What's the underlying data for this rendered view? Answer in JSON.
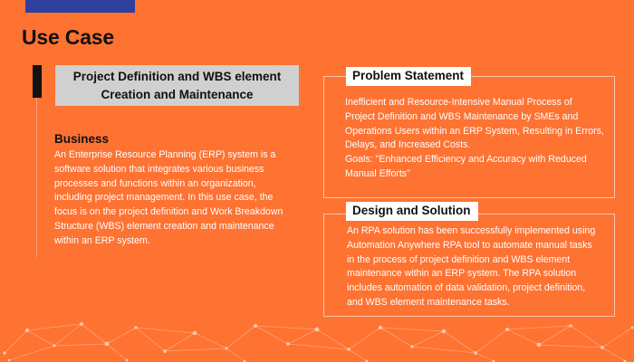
{
  "slide": {
    "title": "Use Case",
    "project_title_line1": "Project Definition and WBS element",
    "project_title_line2": "Creation and Maintenance"
  },
  "business": {
    "heading": "Business",
    "lines": [
      "An Enterprise Resource Planning (ERP) system is a",
      "software solution that integrates various business",
      "processes and functions within an organization,",
      "including project management. In this use case, the",
      "focus is on the project definition and Work Breakdown",
      "Structure (WBS) element creation and maintenance",
      "within an ERP system."
    ]
  },
  "problem": {
    "heading": "Problem Statement",
    "lines": [
      "Inefficient and Resource-Intensive Manual Process of",
      "Project Definition and WBS Maintenance by SMEs and",
      "Operations Users within an ERP System, Resulting in Errors,",
      "Delays, and Increased Costs.",
      "Goals: \"Enhanced Efficiency and Accuracy with Reduced",
      "Manual Efforts\""
    ]
  },
  "design": {
    "heading": "Design and Solution",
    "lines": [
      "An RPA solution has been successfully implemented using",
      "Automation Anywhere RPA tool to automate manual tasks",
      "in the process of project definition and WBS element",
      "maintenance within an ERP system. The RPA solution",
      "includes automation of data validation, project definition,",
      "and WBS element maintenance tasks."
    ]
  },
  "colors": {
    "background": "#fe7232",
    "top_bar": "#2f3f9e",
    "title_box": "#d0d0d0",
    "heading_text": "#111111",
    "body_text": "#ffffff"
  }
}
